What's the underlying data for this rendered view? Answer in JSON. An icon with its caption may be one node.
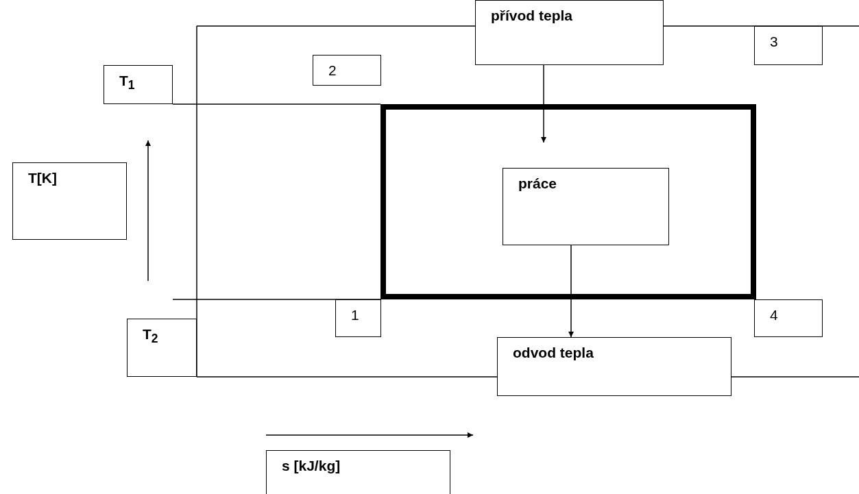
{
  "diagram": {
    "nodes": [
      {
        "text": [
          "přívod tepla"
        ]
      },
      {
        "text": [
          "3"
        ]
      },
      {
        "text": [
          "2"
        ]
      },
      {
        "text": [
          "T$_{1}$"
        ]
      },
      {
        "text": [
          "T[K]"
        ]
      },
      {
        "text": [],
        "shape": "box"
      },
      {
        "text": [
          "práce"
        ],
        "in": 5
      },
      {
        "text": [
          "1"
        ]
      },
      {
        "text": [
          "4"
        ]
      },
      {
        "text": [
          "T$_{2}$"
        ]
      },
      {
        "text": [
          "odvod tepla"
        ]
      },
      {
        "text": [
          "s [kJ/kg]"
        ]
      }
    ],
    "edges": [
      {
        "from": 0,
        "to": null,
        "arrow": "to"
      },
      {
        "from": 6,
        "to": 10,
        "arrow": "to"
      }
    ]
  }
}
